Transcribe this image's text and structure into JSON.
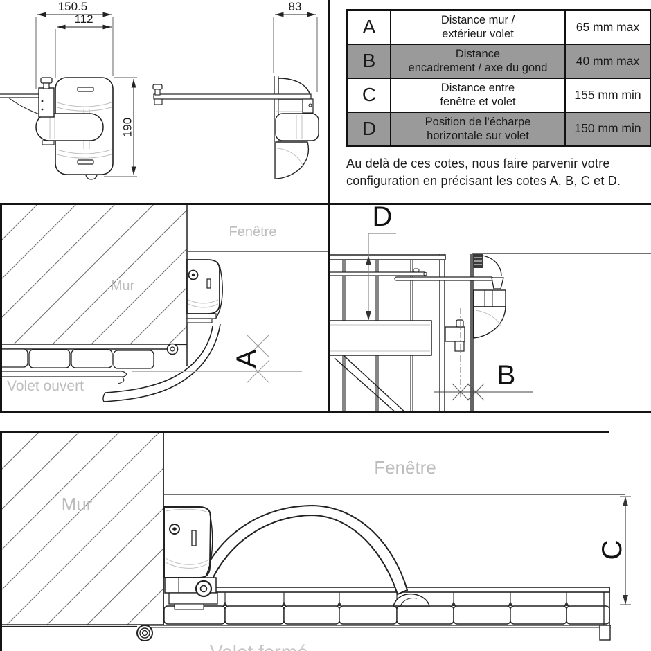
{
  "colors": {
    "table_row_highlight_gray": "#9a9a9a",
    "faded_label_gray": "#bdbdbd",
    "line_black": "#1a1a1a"
  },
  "top_left_drawings": {
    "front_view": {
      "dim_total_width": "150.5",
      "dim_body_width": "112",
      "dim_height": "190"
    },
    "side_view": {
      "dim_depth": "83"
    }
  },
  "spec_table": {
    "rows": [
      {
        "letter": "A",
        "desc1": "Distance mur /",
        "desc2": "extérieur volet",
        "value": "65 mm max",
        "highlighted": false
      },
      {
        "letter": "B",
        "desc1": "Distance",
        "desc2": "encadrement / axe du gond",
        "value": "40 mm max",
        "highlighted": true
      },
      {
        "letter": "C",
        "desc1": "Distance entre",
        "desc2": "fenêtre et volet",
        "value": "155 mm min",
        "highlighted": false
      },
      {
        "letter": "D",
        "desc1": "Position de l'écharpe",
        "desc2": "horizontale sur volet",
        "value": "150 mm min",
        "highlighted": true
      }
    ]
  },
  "note": {
    "line1": "Au delà de ces cotes, nous faire parvenir votre",
    "line2": "configuration en précisant les cotes A, B, C et D."
  },
  "panel_open_shutter": {
    "wall_label": "Mur",
    "window_label": "Fenêtre",
    "shutter_label": "Volet ouvert",
    "dim_letter": "A"
  },
  "panel_shutter_front": {
    "dim_letter_top": "D",
    "dim_letter_bottom": "B"
  },
  "panel_closed_shutter": {
    "wall_label": "Mur",
    "window_label": "Fenêtre",
    "shutter_label": "Volet fermé",
    "dim_letter": "C"
  }
}
